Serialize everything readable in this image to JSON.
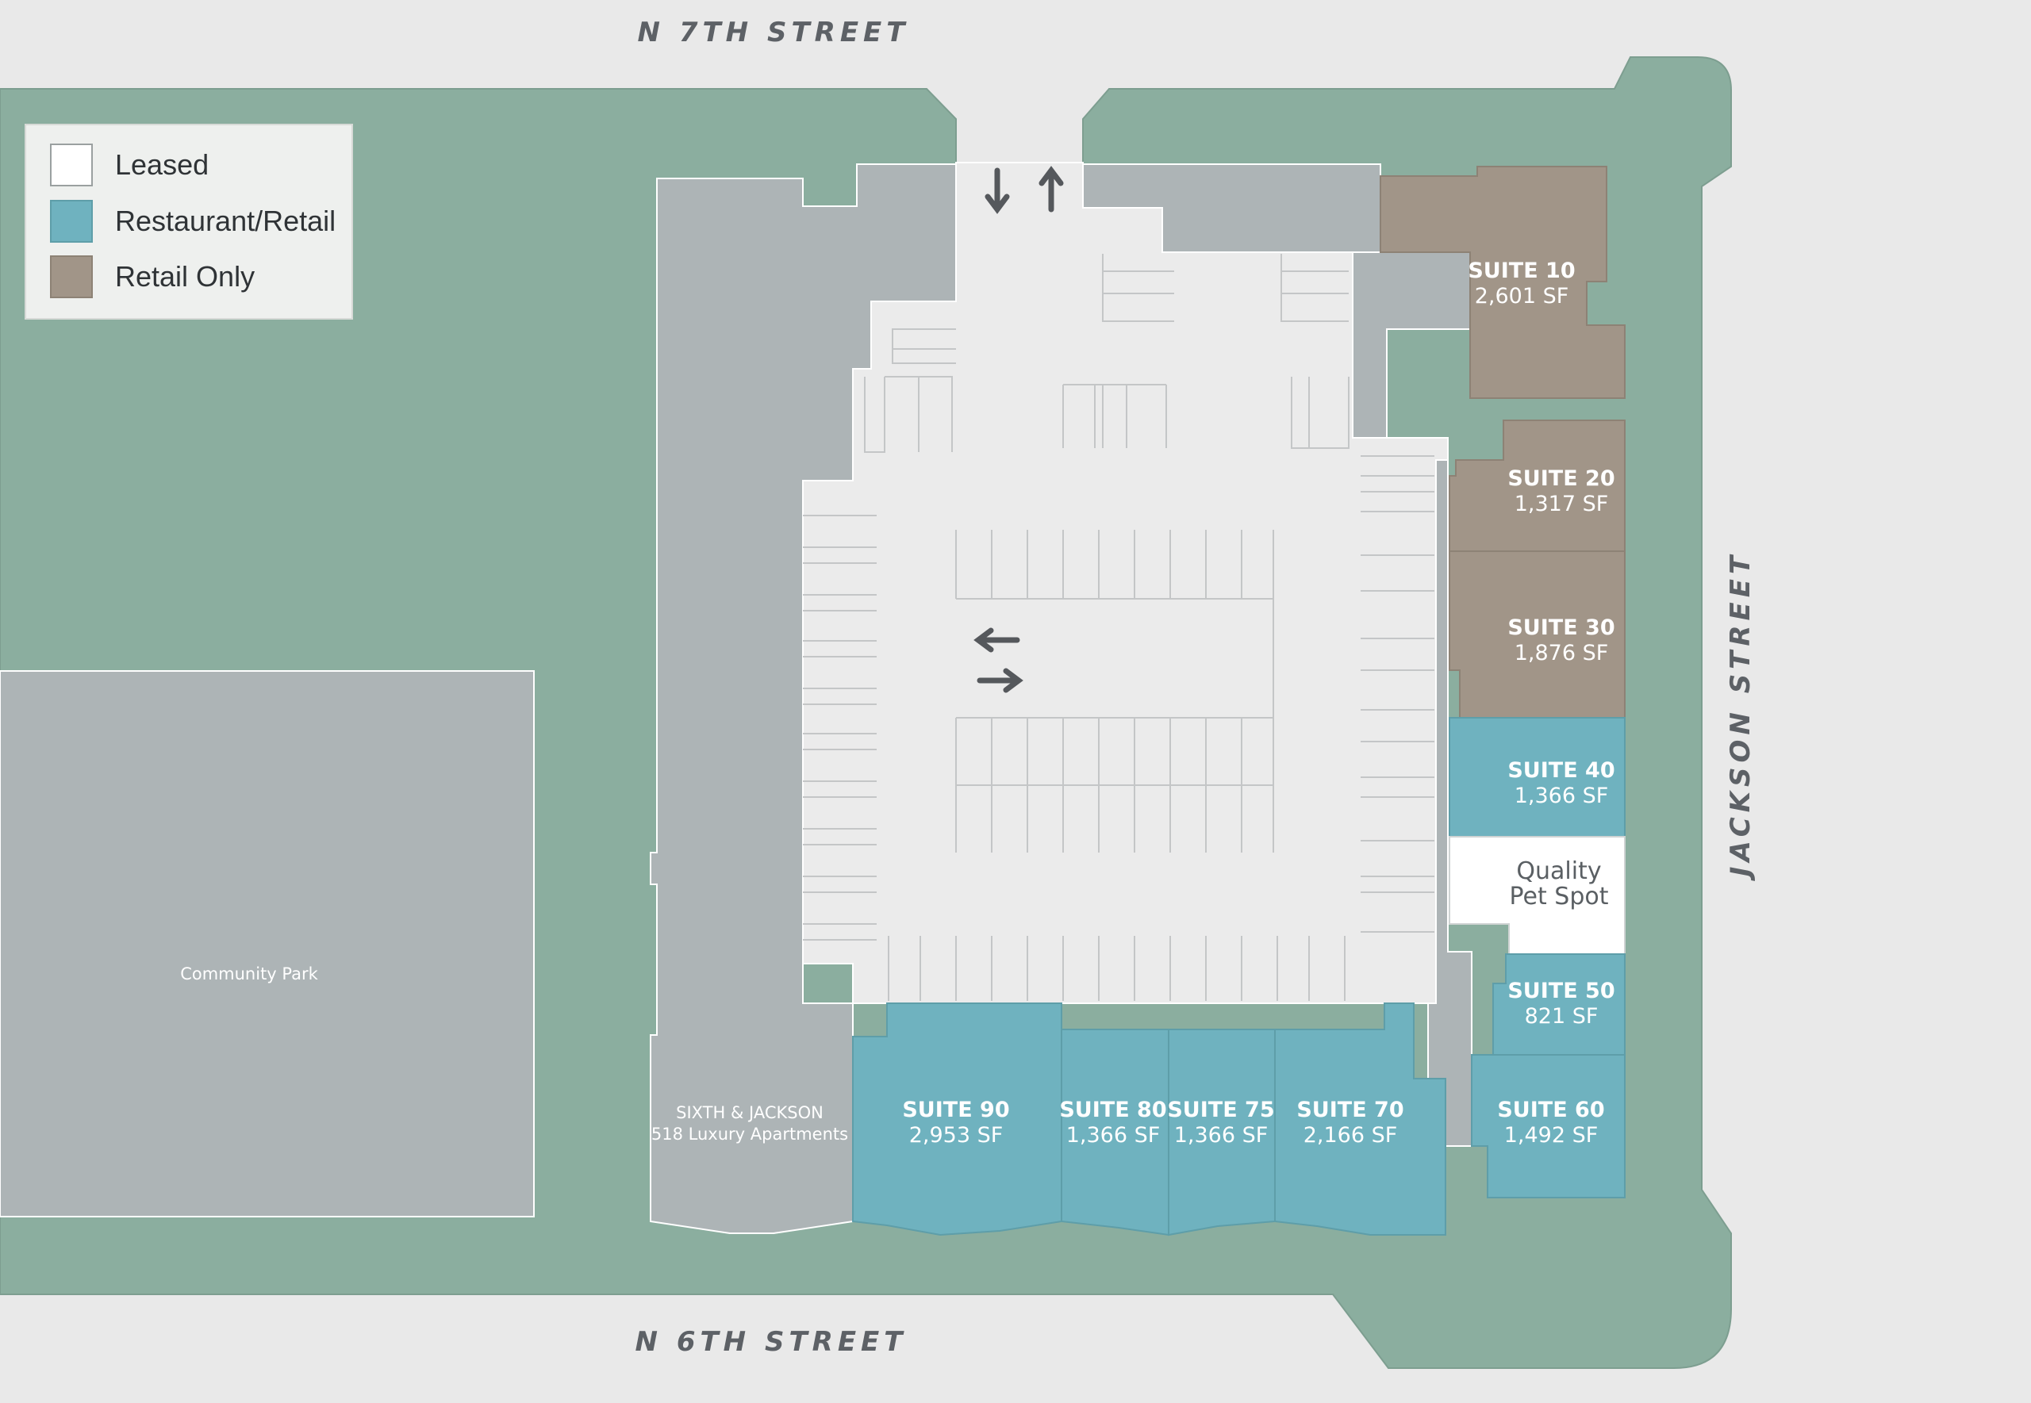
{
  "streets": {
    "north": "N 7TH STREET",
    "south": "N 6TH STREET",
    "east": "JACKSON STREET"
  },
  "legend": {
    "items": [
      {
        "label": "Leased",
        "color": "#ffffff"
      },
      {
        "label": "Restaurant/Retail",
        "color": "#6fb2bf"
      },
      {
        "label": "Retail Only",
        "color": "#a19588"
      }
    ]
  },
  "colors": {
    "grass": "#8bae9f",
    "road": "#e9e9e9",
    "building": "#adb4b6",
    "parking": "#ebebeb",
    "restaurant_retail": "#6fb2bf",
    "retail_only": "#a19588",
    "leased": "#ffffff"
  },
  "suites": [
    {
      "name": "SUITE 10",
      "size": "2,601 SF",
      "category": "Retail Only"
    },
    {
      "name": "SUITE 20",
      "size": "1,317 SF",
      "category": "Retail Only"
    },
    {
      "name": "SUITE 30",
      "size": "1,876 SF",
      "category": "Retail Only"
    },
    {
      "name": "SUITE 40",
      "size": "1,366 SF",
      "category": "Restaurant/Retail"
    },
    {
      "name": "SUITE 50",
      "size": "821 SF",
      "category": "Restaurant/Retail"
    },
    {
      "name": "SUITE 60",
      "size": "1,492 SF",
      "category": "Restaurant/Retail"
    },
    {
      "name": "SUITE 70",
      "size": "2,166 SF",
      "category": "Restaurant/Retail"
    },
    {
      "name": "SUITE 75",
      "size": "1,366 SF",
      "category": "Restaurant/Retail"
    },
    {
      "name": "SUITE 80",
      "size": "1,366 SF",
      "category": "Restaurant/Retail"
    },
    {
      "name": "SUITE 90",
      "size": "2,953 SF",
      "category": "Restaurant/Retail"
    }
  ],
  "leased_tenant": {
    "line1": "Quality",
    "line2": "Pet Spot"
  },
  "park_label": "Community Park",
  "apartments": {
    "line1": "SIXTH & JACKSON",
    "line2": "518 Luxury Apartments"
  }
}
